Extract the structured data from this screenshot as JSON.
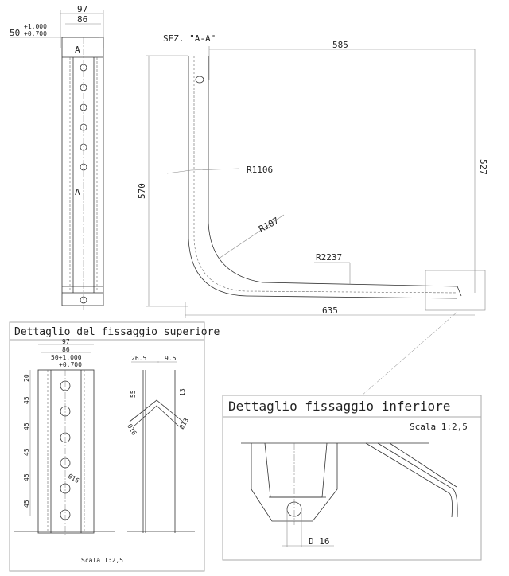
{
  "front_view": {
    "dim_97": "97",
    "dim_86": "86",
    "dim_50": "50",
    "tol_upper": "+1.000",
    "tol_lower": "+0.700",
    "section_mark_top": "A",
    "section_mark_bottom": "A"
  },
  "section_view": {
    "title": "SEZ. \"A-A\"",
    "dim_585": "585",
    "dim_570": "570",
    "dim_527": "527",
    "dim_635": "635",
    "radius_1": "R1106",
    "radius_2": "R107",
    "radius_3": "R2237"
  },
  "detail_upper": {
    "title": "Dettaglio del fissaggio superiore",
    "dim_97": "97",
    "dim_86": "86",
    "dim_50": "50+1.000",
    "dim_50_lower": "+0.700",
    "pitch": [
      "20",
      "45",
      "45",
      "45",
      "45",
      "45"
    ],
    "hole_dia": "Ø16",
    "dim_26_5": "26.5",
    "dim_9_5": "9.5",
    "dim_55": "55",
    "dim_13": "13",
    "dia_left": "Ø16",
    "dia_right": "Ø13",
    "scale": "Scala 1:2,5"
  },
  "detail_lower": {
    "title": "Dettaglio fissaggio inferiore",
    "scale": "Scala 1:2,5",
    "dim_d16": "D 16"
  }
}
